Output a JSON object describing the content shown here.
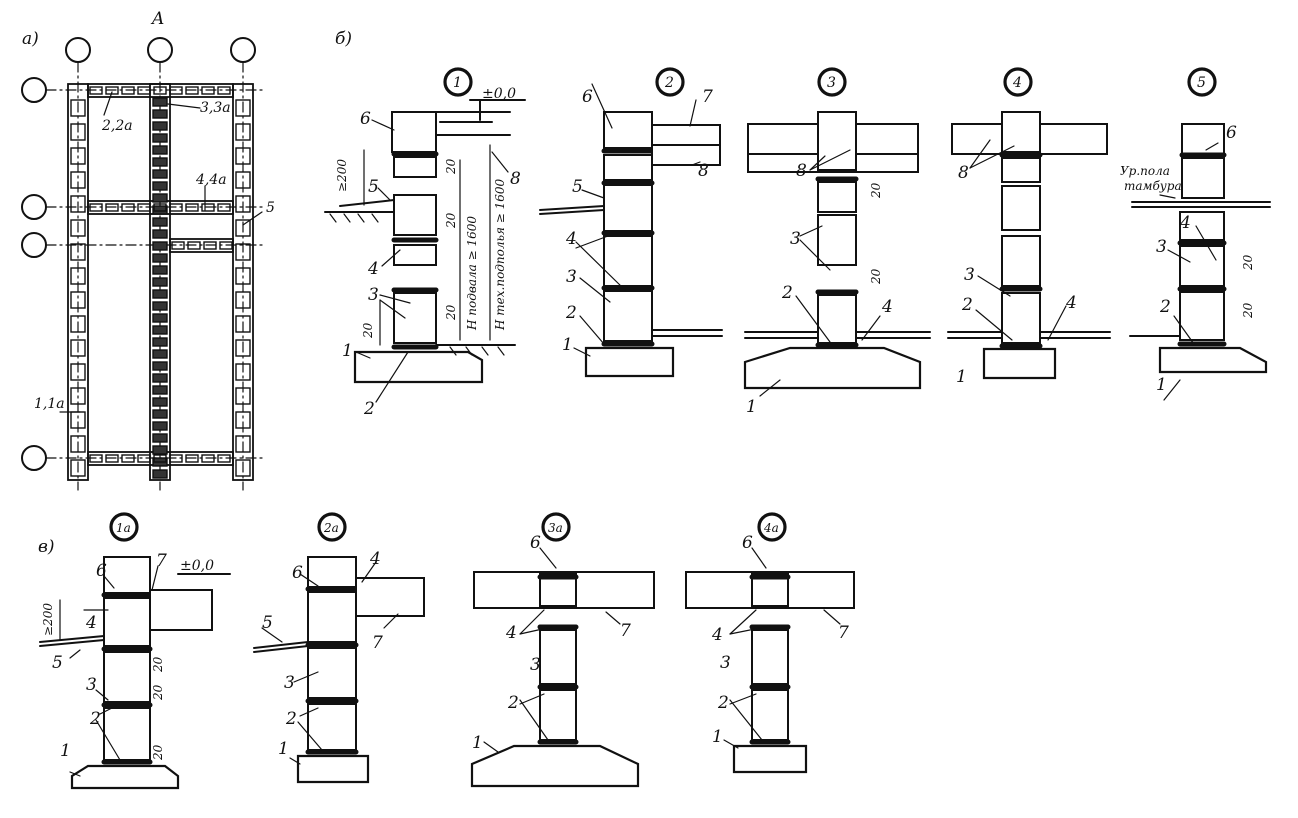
{
  "section_labels": {
    "a": "a)",
    "b": "б)",
    "v": "в)"
  },
  "plan": {
    "axis_letter": "A",
    "callouts": [
      "2,2a",
      "3,3a",
      "4,4a",
      "5",
      "1,1a"
    ]
  },
  "details_b": [
    {
      "number": "1",
      "labels": [
        "±0,0",
        "6",
        "8",
        "5",
        "4",
        "3",
        "1",
        "2"
      ],
      "dims": [
        "≥200",
        "20",
        "20",
        "20",
        "20"
      ],
      "vertical_dims": [
        "H подвала ≥ 1600",
        "H тех.подполья ≥ 1600"
      ]
    },
    {
      "number": "2",
      "labels": [
        "6",
        "7",
        "8",
        "5",
        "4",
        "3",
        "2",
        "1"
      ]
    },
    {
      "number": "3",
      "labels": [
        "8",
        "3",
        "2",
        "4",
        "1"
      ],
      "dims": [
        "20",
        "20"
      ]
    },
    {
      "number": "4",
      "labels": [
        "8",
        "3",
        "2",
        "4",
        "1"
      ]
    },
    {
      "number": "5",
      "labels": [
        "6",
        "Ур.пола",
        "тамбура",
        "4",
        "3",
        "2",
        "1"
      ],
      "dims": [
        "20",
        "20"
      ]
    }
  ],
  "details_v": [
    {
      "number": "1a",
      "labels": [
        "6",
        "7",
        "±0,0",
        "4",
        "5",
        "3",
        "2",
        "1"
      ],
      "dims": [
        "≥200",
        "20",
        "20",
        "20"
      ]
    },
    {
      "number": "2a",
      "labels": [
        "6",
        "4",
        "5",
        "7",
        "3",
        "2",
        "1"
      ]
    },
    {
      "number": "3a",
      "labels": [
        "6",
        "4",
        "7",
        "3",
        "2",
        "1"
      ]
    },
    {
      "number": "4a",
      "labels": [
        "6",
        "4",
        "7",
        "3",
        "2",
        "1"
      ]
    }
  ]
}
